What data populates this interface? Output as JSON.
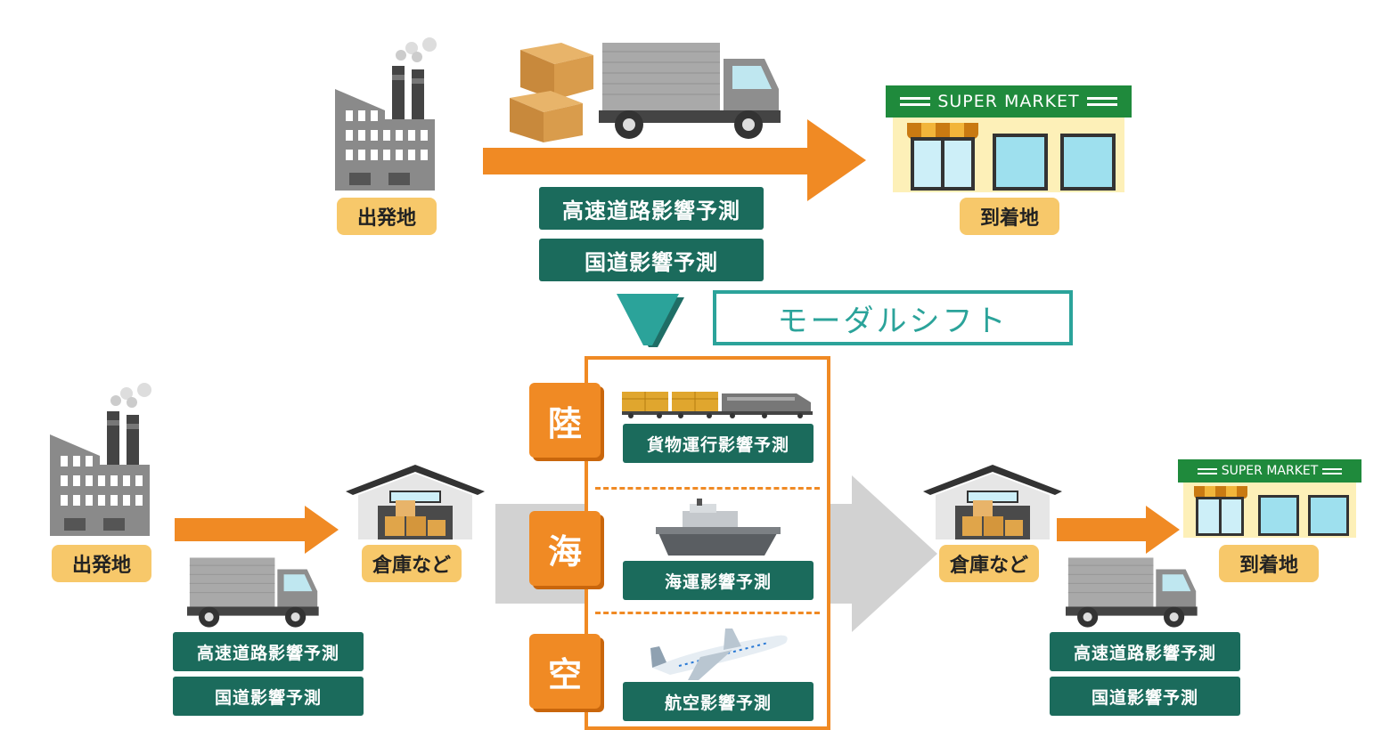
{
  "top": {
    "origin_label": "出発地",
    "destination_label": "到着地",
    "store_sign": "SUPER MARKET",
    "predictions": [
      "高速道路影響予測",
      "国道影響予測"
    ]
  },
  "shift": {
    "label": "モーダルシフト"
  },
  "bottom": {
    "origin_label": "出発地",
    "warehouse_left_label": "倉庫など",
    "warehouse_right_label": "倉庫など",
    "destination_label": "到着地",
    "store_sign": "SUPER MARKET",
    "left_predictions": [
      "高速道路影響予測",
      "国道影響予測"
    ],
    "right_predictions": [
      "高速道路影響予測",
      "国道影響予測"
    ],
    "modes": [
      {
        "kanji": "陸",
        "prediction": "貨物運行影響予測"
      },
      {
        "kanji": "海",
        "prediction": "海運影響予測"
      },
      {
        "kanji": "空",
        "prediction": "航空影響予測"
      }
    ]
  },
  "colors": {
    "orange": "#f08a24",
    "green_label": "#1b6b5c",
    "teal": "#2ba39a",
    "yellow_label": "#f7c86a"
  }
}
